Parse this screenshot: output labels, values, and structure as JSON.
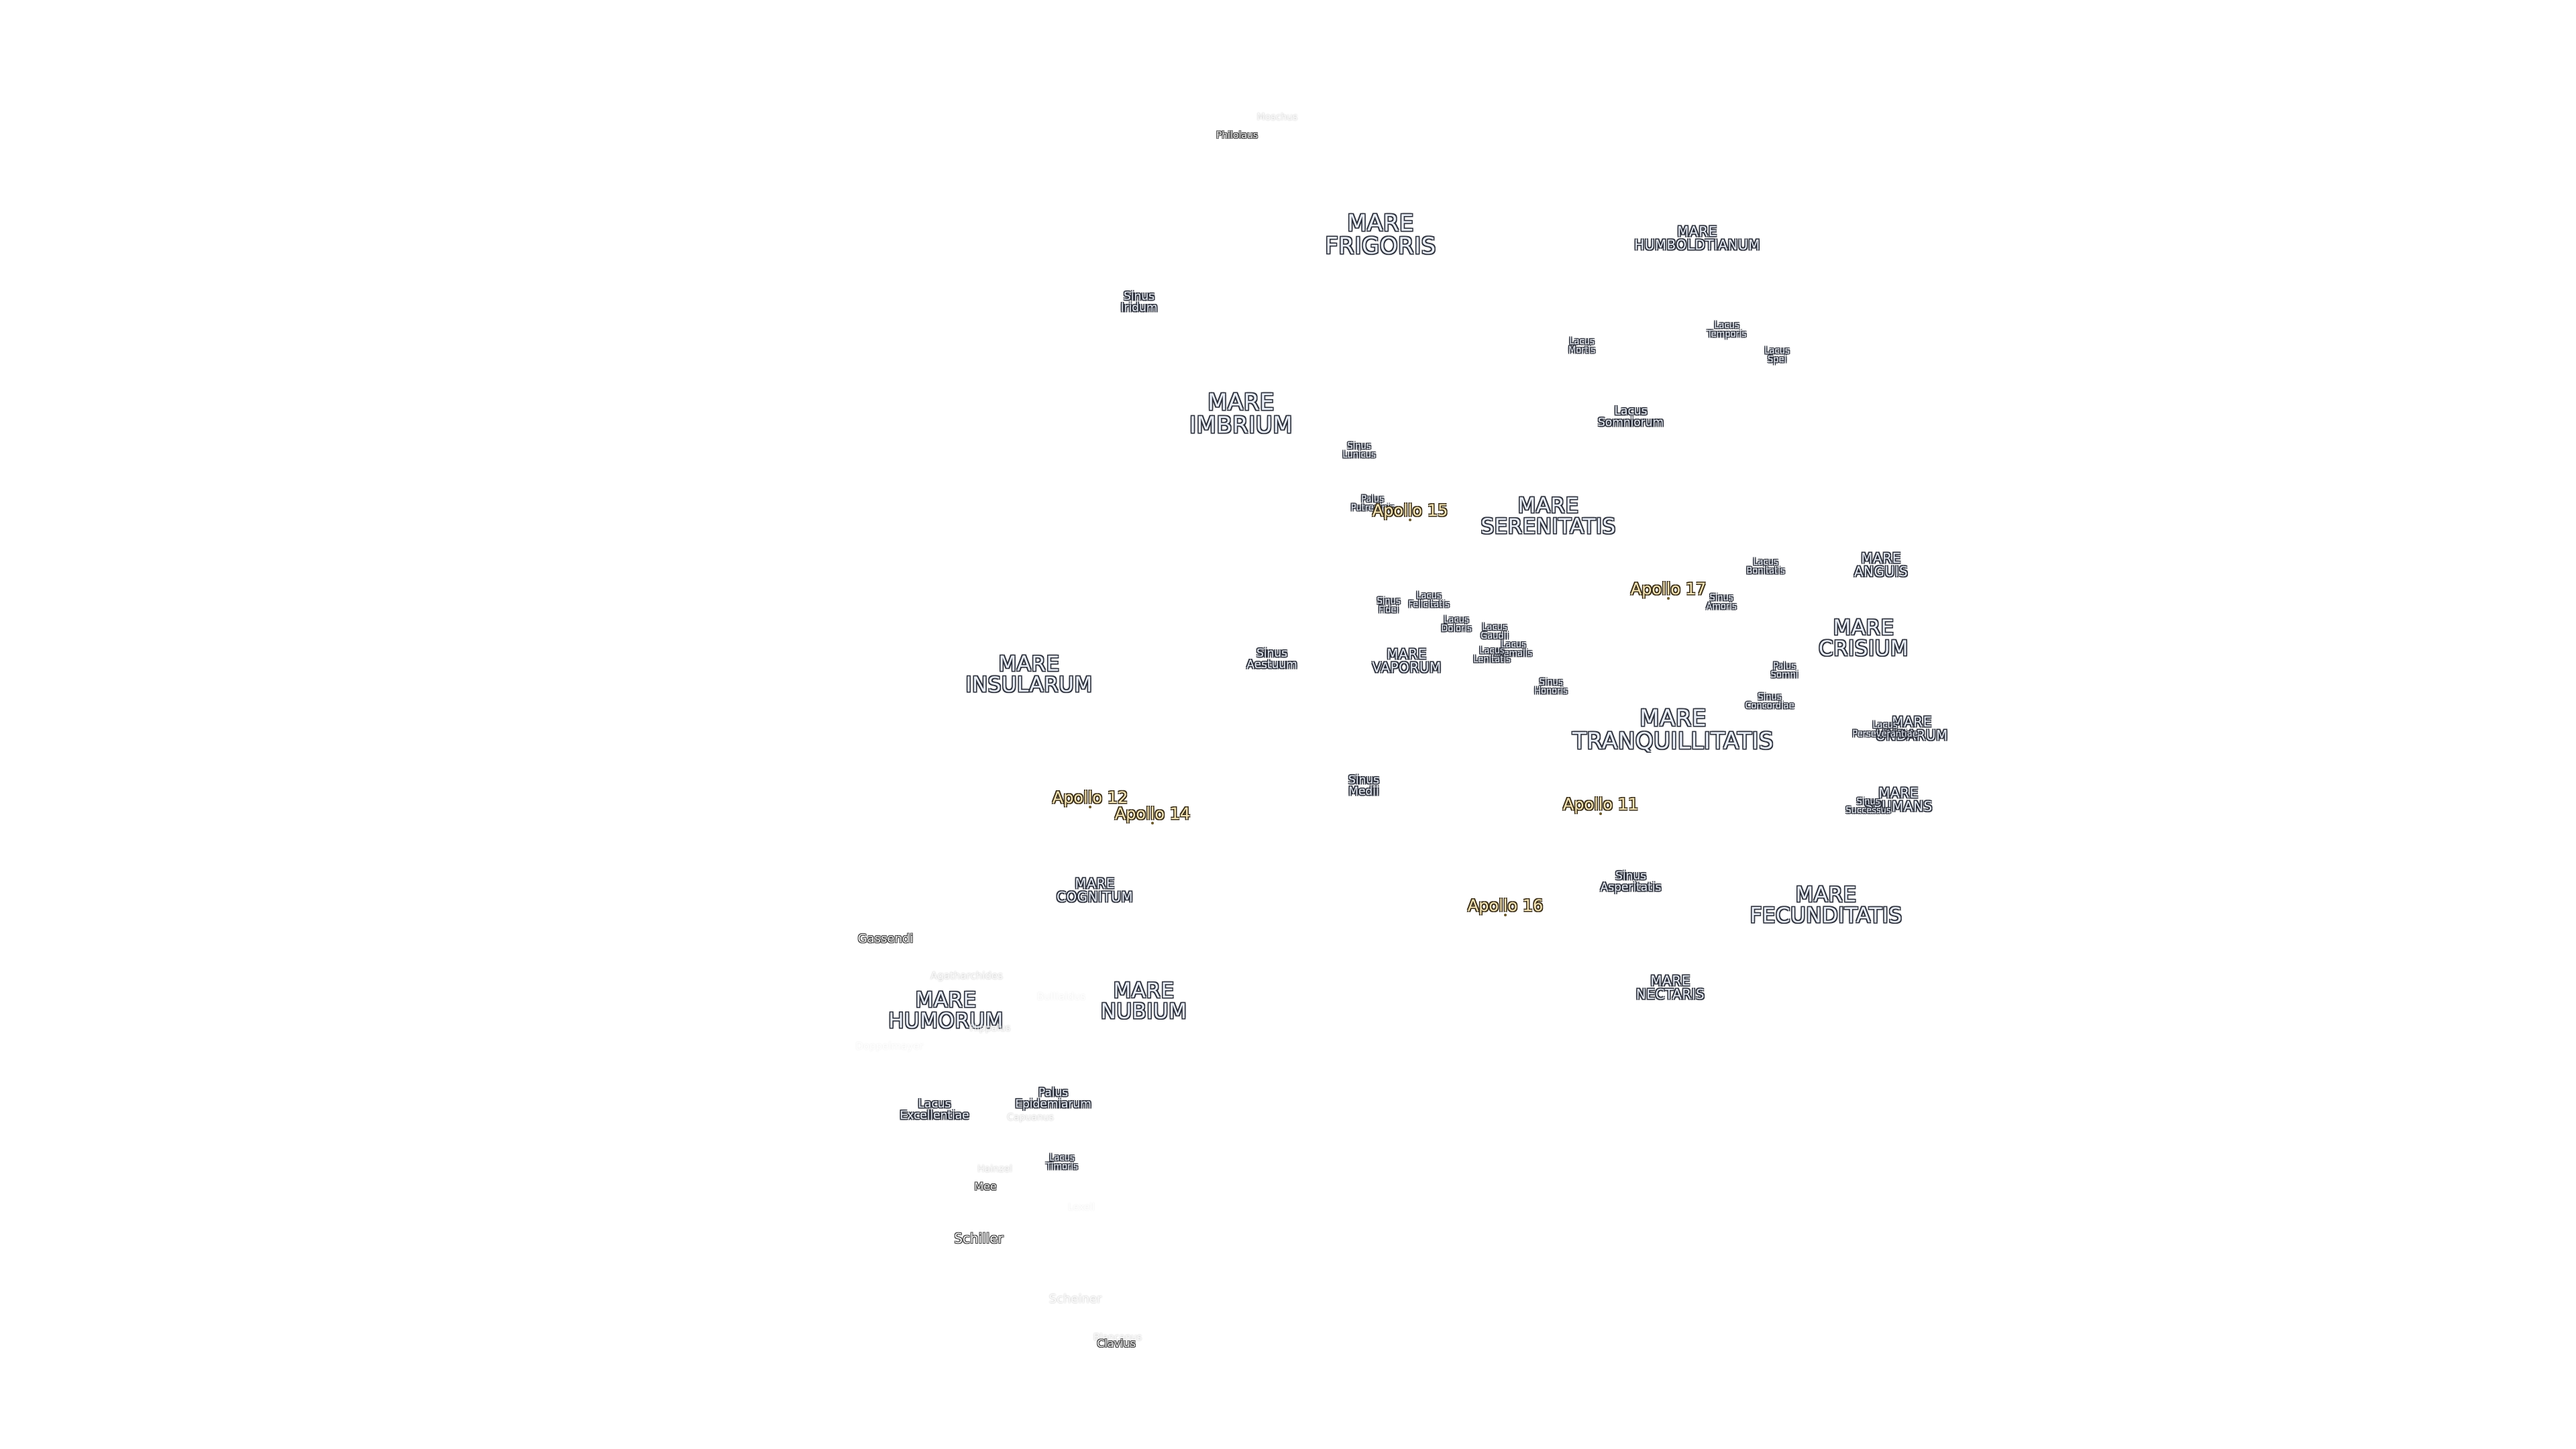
{
  "labels": {
    "mare_frigoris": "MARE\nFRIGORIS",
    "mare_humboldtianum": "MARE\nHUMBOLDTIANUM",
    "mare_imbrium": "MARE\nIMBRIUM",
    "mare_serenitatis": "MARE\nSERENITATIS",
    "mare_anguis": "MARE\nANGUIS",
    "mare_crisium": "MARE\nCRISIUM",
    "mare_insularum": "MARE\nINSULARUM",
    "mare_vaporum": "MARE\nVAPORUM",
    "mare_tranquillitatis": "MARE\nTRANQUILLITATIS",
    "mare_undarum": "MARE\nUNDARUM",
    "mare_spumans": "MARE\nSPUMANS",
    "mare_cognitum": "MARE\nCOGNITUM",
    "mare_fecunditatis": "MARE\nFECUNDITATIS",
    "mare_humorum": "MARE\nHUMORUM",
    "mare_nubium": "MARE\nNUBIUM",
    "mare_nectaris": "MARE\nNECTARIS",
    "sinus_iridum": "Sinus\nIridum",
    "lacus_mortis": "Lacus\nMortis",
    "lacus_temporis": "Lacus\nTemporis",
    "lacus_spei": "Lacus\nSpei",
    "lacus_somniorum": "Lacus\nSomniorum",
    "sinus_lunicus": "Sinus\nLunicus",
    "palus_putredinis": "Palus\nPutredinis",
    "lacus_bonitatis": "Lacus\nBonitatis",
    "sinus_amoris": "Sinus\nAmoris",
    "sinus_fidei": "Sinus\nFidei",
    "lacus_felicitatis": "Lacus\nFelicitatis",
    "lacus_doloris": "Lacus\nDoloris",
    "lacus_gaudii": "Lacus\nGaudii",
    "lacus_lenitatis": "Lacus\nLenitatis",
    "lacus_hiemalis": "Lacus\nHiemalis",
    "sinus_aestuum": "Sinus\nAestuum",
    "sinus_honoris": "Sinus\nHonoris",
    "palus_somni": "Palus\nSomni",
    "sinus_concordiae": "Sinus\nConcordiae",
    "lacus_perseverantiae": "Lacus\nPerseverantiae",
    "sinus_medii": "Sinus\nMedii",
    "sinus_successus": "Sinus\nSuccessus",
    "sinus_asperitatis": "Sinus\nAsperitatis",
    "palus_epidemiarum": "Palus\nEpidemiarum",
    "lacus_excellentiae": "Lacus\nExcellentiae",
    "lacus_timoris": "Lacus\nTimoris",
    "moschus": "Moschus",
    "philolaus": "Philolaus",
    "gassendi": "Gassendi",
    "agatharchides": "Agatharchides",
    "bullialdus": "Bullialdus",
    "hippalus": "Hippalus",
    "doppelmayer": "Doppelmayer",
    "capuanus": "Capuanus",
    "hainzel": "Hainzel",
    "mee": "Mee",
    "lexell": "Lexell",
    "schiller": "Schiller",
    "scheiner": "Scheiner",
    "clavius": "Clavius",
    "blancanus": "Blancanus",
    "apollo_11": "Apollo 11",
    "apollo_12": "Apollo 12",
    "apollo_14": "Apollo 14",
    "apollo_15": "Apollo 15",
    "apollo_16": "Apollo 16",
    "apollo_17": "Apollo 17"
  },
  "colors": {
    "background": "#ffffff",
    "mare_text": "#e9eef7",
    "outline": "#2b2f3a",
    "apollo_text": "#f7e7b8"
  }
}
